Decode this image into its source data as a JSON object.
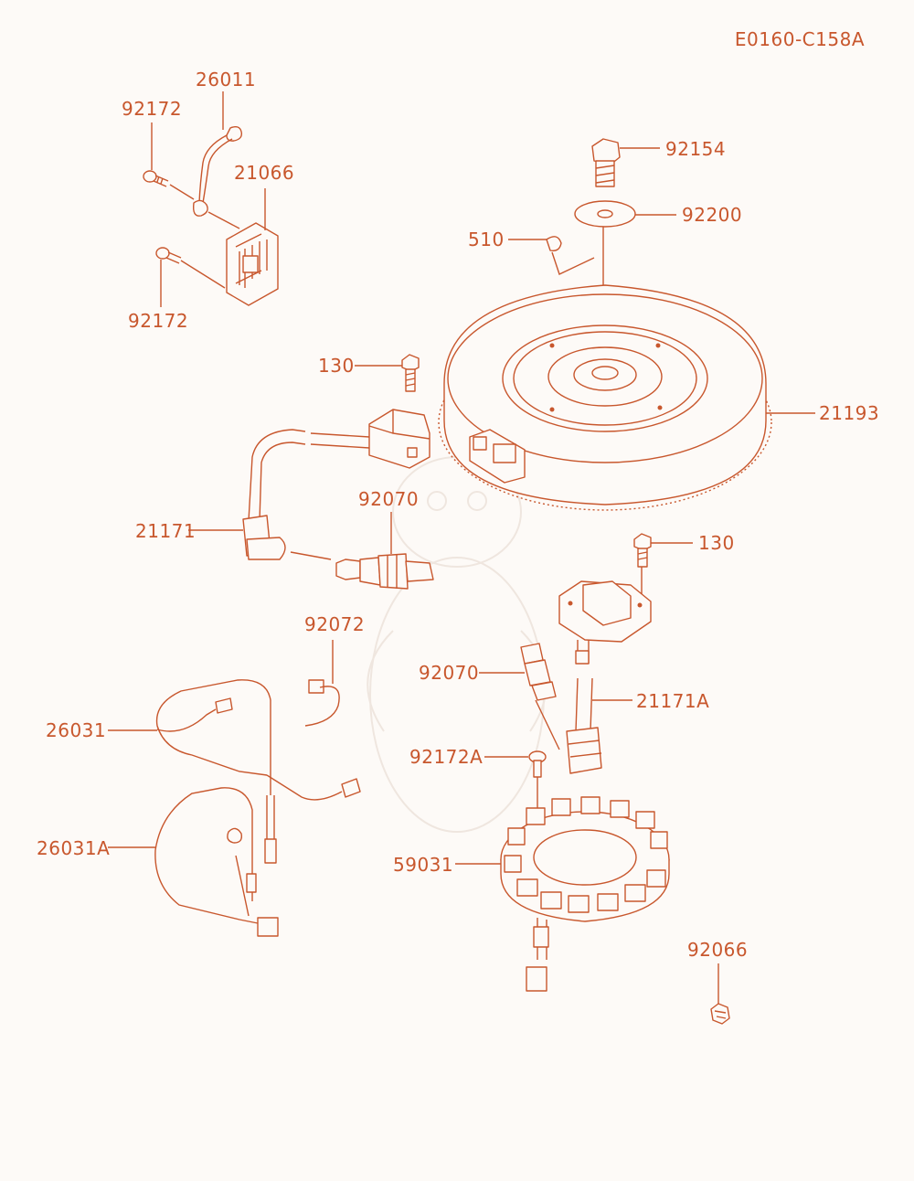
{
  "diagram_code": "E0160-C158A",
  "parts": {
    "p26011": "26011",
    "p92172_top": "92172",
    "p21066": "21066",
    "p92172_bottom": "92172",
    "p92154": "92154",
    "p92200": "92200",
    "p510": "510",
    "p130_top": "130",
    "p21193": "21193",
    "p92070_top": "92070",
    "p21171": "21171",
    "p130_right": "130",
    "p92072": "92072",
    "p92070_mid": "92070",
    "p21171A": "21171A",
    "p26031": "26031",
    "p92172A": "92172A",
    "p26031A": "26031A",
    "p59031": "59031",
    "p92066": "92066"
  },
  "colors": {
    "line": "#c8572d",
    "paper": "#fdfaf7",
    "watermark": "#efe6df"
  }
}
